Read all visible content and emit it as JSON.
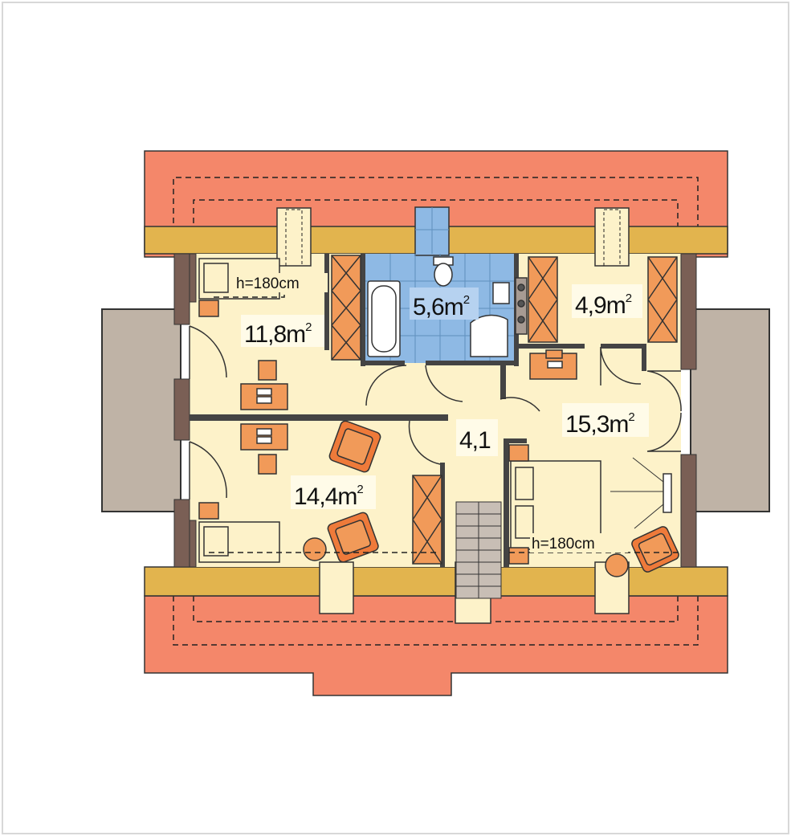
{
  "colors": {
    "roof": "#f4876a",
    "eaves_band": "#e2b44e",
    "floor": "#fdf2c9",
    "bathroom_tile": "#8eb9e4",
    "wall": "#7a5f55",
    "furniture": "#f19a59",
    "furniture_dark": "#ee7a3a",
    "balcony": "#bfb3a6"
  },
  "rooms": {
    "room_nw": {
      "area": "11,8",
      "unit": "m",
      "power": "2"
    },
    "bathroom": {
      "area": "5,6",
      "unit": "m",
      "power": "2"
    },
    "room_ne_small": {
      "area": "4,9",
      "unit": "m",
      "power": "2"
    },
    "bedroom_e": {
      "area": "15,3",
      "unit": "m",
      "power": "2"
    },
    "room_sw": {
      "area": "14,4",
      "unit": "m",
      "power": "2"
    },
    "hall": {
      "area": "4,1"
    }
  },
  "notes": {
    "height_nw": "h=180cm",
    "height_se": "h=180cm"
  }
}
